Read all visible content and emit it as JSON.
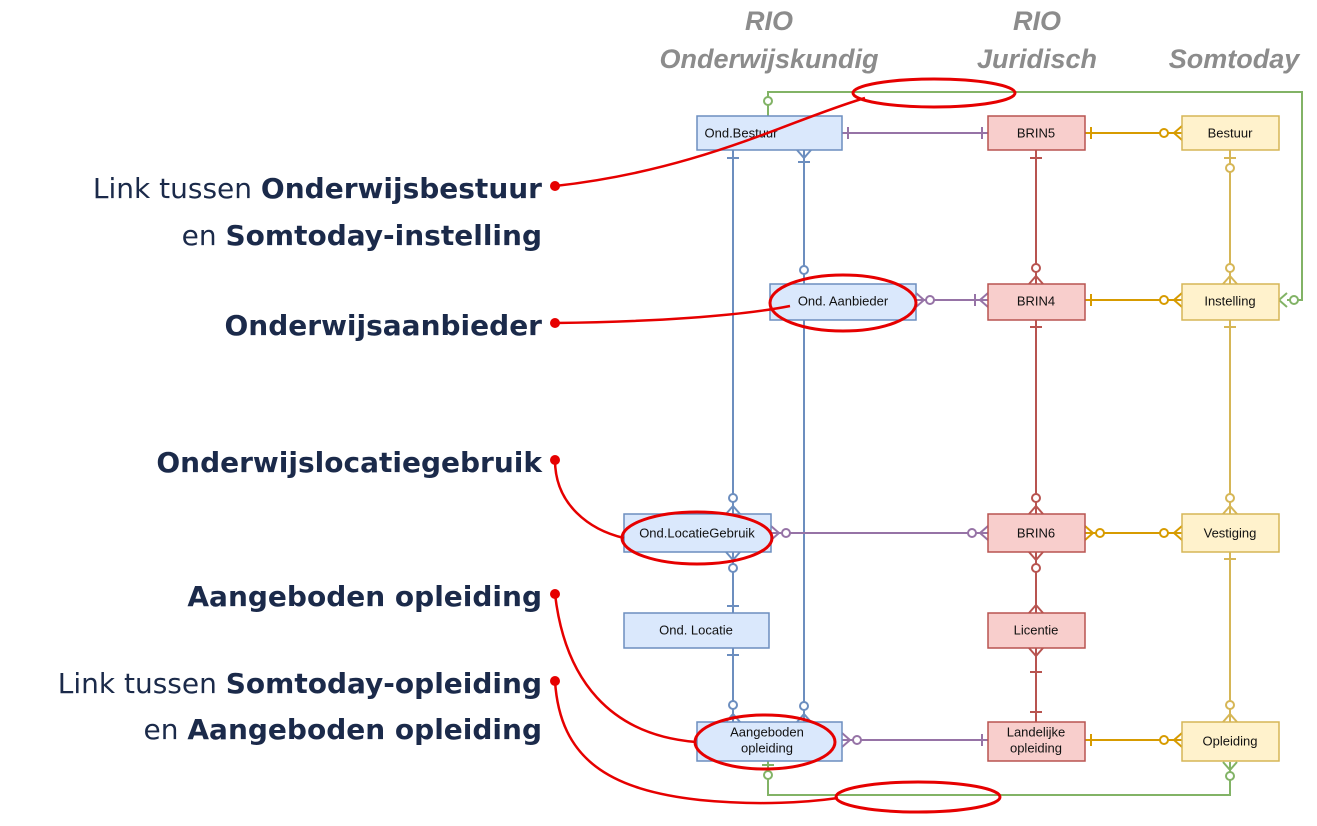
{
  "columns": [
    {
      "line1": "RIO",
      "line2": "Onderwijskundig"
    },
    {
      "line1": "RIO",
      "line2": "Juridisch"
    },
    {
      "line1": "",
      "line2": "Somtoday"
    }
  ],
  "nodes": {
    "ond_bestuur": "Ond.Bestuur",
    "ond_aanbieder": "Ond. Aanbieder",
    "ond_locatiegebruik": "Ond.LocatieGebruik",
    "ond_locatie": "Ond. Locatie",
    "aangeboden_opleiding": [
      "Aangeboden",
      "opleiding"
    ],
    "brin5": "BRIN5",
    "brin4": "BRIN4",
    "brin6": "BRIN6",
    "licentie": "Licentie",
    "landelijke_opleiding": [
      "Landelijke",
      "opleiding"
    ],
    "bestuur": "Bestuur",
    "instelling": "Instelling",
    "vestiging": "Vestiging",
    "opleiding": "Opleiding"
  },
  "callouts": {
    "link_bestuur": {
      "l1_pre": "Link tussen ",
      "l1_bold": "Onderwijsbestuur",
      "l2_pre": "en ",
      "l2_bold": "Somtoday-instelling"
    },
    "aanbieder": "Onderwijsaanbieder",
    "locatiegebruik": "Onderwijslocatiegebruik",
    "aangeboden": "Aangeboden opleiding",
    "link_opleiding": {
      "l1_pre": "Link tussen ",
      "l1_bold": "Somtoday-opleiding",
      "l2_pre": "en ",
      "l2_bold": "Aangeboden opleiding"
    }
  },
  "colors": {
    "blue_fill": "#dae8fc",
    "blue_stroke": "#6c8ebf",
    "red_fill": "#f8cecc",
    "red_stroke": "#b85450",
    "yellow_fill": "#fff2cc",
    "yellow_stroke": "#d6b656",
    "purple": "#9673a6",
    "orange": "#d79b00",
    "green": "#82b366",
    "highlight": "#e60000",
    "text_dark": "#1b2a4a"
  }
}
